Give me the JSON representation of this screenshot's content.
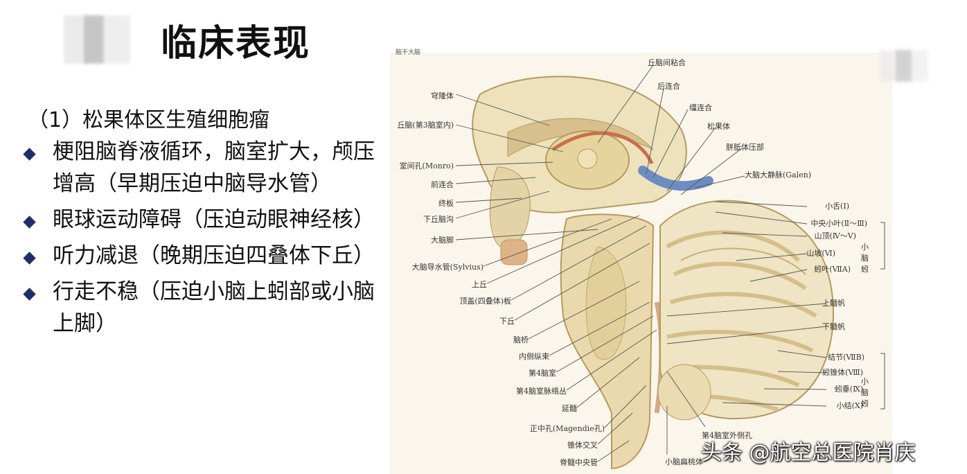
{
  "slide": {
    "title": "临床表现",
    "subtitle": "（1）松果体区生殖细胞瘤",
    "bullets": [
      "梗阻脑脊液循环，脑室扩大，颅压增高（早期压迫中脑导水管）",
      "眼球运动障碍（压迫动眼神经核）",
      "听力减退（晚期压迫四叠体下丘）",
      "行走不稳（压迫小脑上蚓部或小脑上脚）"
    ]
  },
  "figure": {
    "header_fragment": "脑干大脑",
    "labels_left": [
      "穹隆体",
      "丘脑(第3脑室内)",
      "室间孔(Monro)",
      "前连合",
      "终板",
      "下丘脑沟",
      "大脑脚",
      "大脑导水管(Sylvius)",
      "上丘",
      "顶盖(四叠体)板",
      "下丘",
      "脑桥",
      "内侧纵束",
      "第4脑室",
      "第4脑室脉络丛",
      "延髓",
      "正中孔(Magendie孔)",
      "锥体交叉",
      "脊髓中央管"
    ],
    "labels_top": [
      "丘脑间粘合",
      "后连合",
      "缰连合",
      "松果体",
      "胼胝体压部",
      "大脑大静脉(Galen)"
    ],
    "labels_right": [
      "小舌(Ⅰ)",
      "中央小叶(Ⅱ～Ⅲ)",
      "山顶(Ⅳ～Ⅴ)",
      "山坡(Ⅵ)",
      "蚓叶(ⅦA)",
      "上髓帆",
      "下髓帆",
      "结节(ⅦB)",
      "蚓锥体(Ⅷ)",
      "蚓垂(Ⅸ)",
      "小结(Ⅹ)"
    ],
    "labels_bottom": [
      "第4脑室外侧孔",
      "小脑扁桃体"
    ],
    "group_labels": [
      "小脑蚓",
      "小脑蚓"
    ],
    "colors": {
      "tissue": "#e9dcb0",
      "outline": "#b59a5e",
      "vein": "#6d8cc2",
      "artery": "#c96f4a"
    }
  },
  "watermark": "头条 @航空总医院肖庆"
}
